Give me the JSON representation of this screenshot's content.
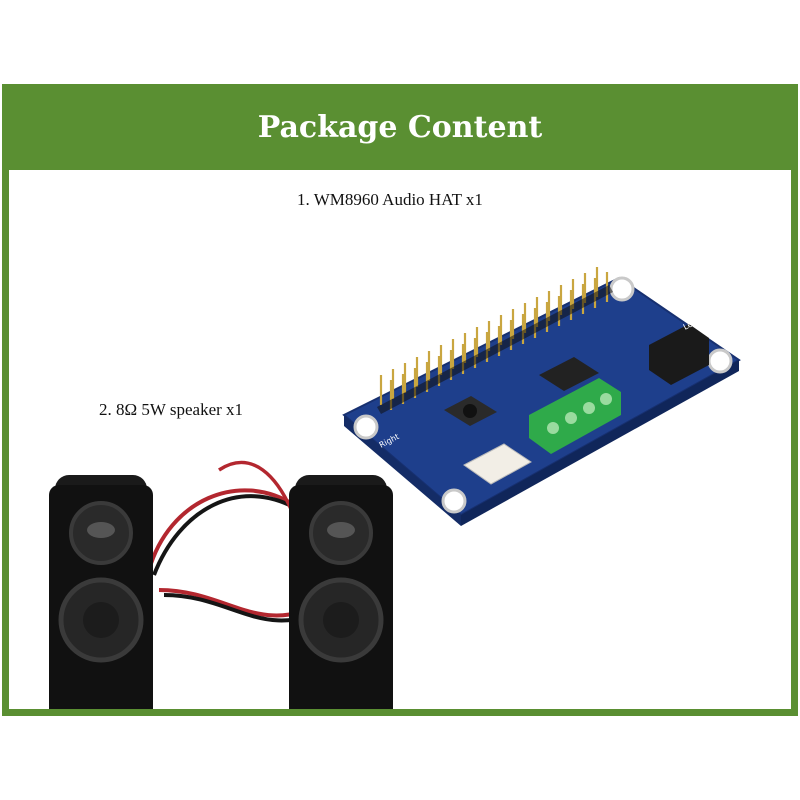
{
  "header": {
    "title": "Package Content"
  },
  "items": [
    {
      "label": "1. WM8960 Audio HAT x1",
      "image": "audio-hat-board"
    },
    {
      "label": "2. 8Ω 5W speaker x1",
      "image": "speaker-pair"
    }
  ],
  "board_silkscreen": {
    "left": "Right",
    "right": "Left"
  },
  "colors": {
    "header_bg": "#5a8f32",
    "board": "#1d3f8f",
    "terminal": "#2faa4a"
  }
}
